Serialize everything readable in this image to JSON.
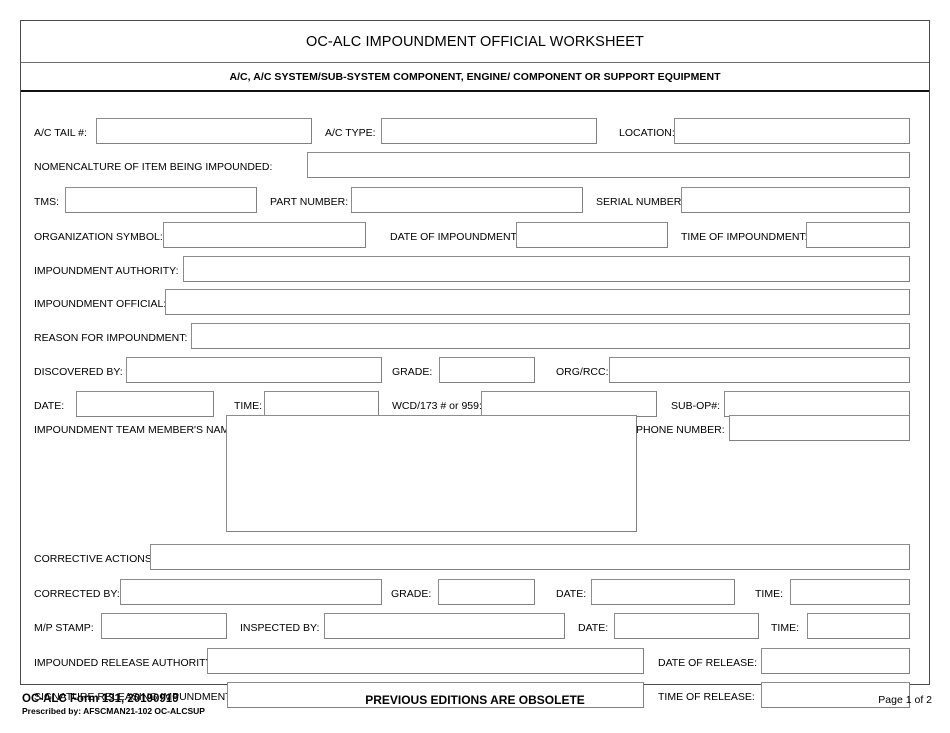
{
  "form": {
    "title": "OC-ALC IMPOUNDMENT OFFICIAL WORKSHEET",
    "section_header": "A/C, A/C SYSTEM/SUB-SYSTEM COMPONENT, ENGINE/ COMPONENT OR SUPPORT EQUIPMENT",
    "border_color": "#4a4a4a",
    "field_border_color": "#808080"
  },
  "fields": {
    "ac_tail": {
      "label": "A/C TAIL #:",
      "value": ""
    },
    "ac_type": {
      "label": "A/C TYPE:",
      "value": ""
    },
    "location": {
      "label": "LOCATION:",
      "value": ""
    },
    "nomenclature": {
      "label": "NOMENCALTURE OF ITEM BEING IMPOUNDED:",
      "value": ""
    },
    "tms": {
      "label": "TMS:",
      "value": ""
    },
    "part_number": {
      "label": "PART NUMBER:",
      "value": ""
    },
    "serial_number": {
      "label": "SERIAL NUMBER:",
      "value": ""
    },
    "organization_symbol": {
      "label": "ORGANIZATION SYMBOL:",
      "value": ""
    },
    "date_of_impoundment": {
      "label": "DATE OF IMPOUNDMENT:",
      "value": ""
    },
    "time_of_impoundment": {
      "label": "TIME OF IMPOUNDMENT:",
      "value": ""
    },
    "impoundment_authority": {
      "label": "IMPOUNDMENT AUTHORITY:",
      "value": ""
    },
    "impoundment_official": {
      "label": "IMPOUNDMENT OFFICIAL:",
      "value": ""
    },
    "reason_for_impoundment": {
      "label": "REASON FOR IMPOUNDMENT:",
      "value": ""
    },
    "discovered_by": {
      "label": "DISCOVERED BY:",
      "value": ""
    },
    "grade_discovered": {
      "label": "GRADE:",
      "value": ""
    },
    "org_rcc": {
      "label": "ORG/RCC:",
      "value": ""
    },
    "date_discovered": {
      "label": "DATE:",
      "value": ""
    },
    "time_discovered": {
      "label": "TIME:",
      "value": ""
    },
    "wcd_173": {
      "label": "WCD/173 # or 959:",
      "value": ""
    },
    "sub_op": {
      "label": "SUB-OP#:",
      "value": ""
    },
    "team_member_name": {
      "label": "IMPOUNDMENT TEAM MEMBER'S NAME:",
      "value": ""
    },
    "phone_number": {
      "label": "PHONE NUMBER:",
      "value": ""
    },
    "corrective_actions": {
      "label": "CORRECTIVE ACTIONS:",
      "value": ""
    },
    "corrected_by": {
      "label": "CORRECTED BY:",
      "value": ""
    },
    "grade_corrected": {
      "label": "GRADE:",
      "value": ""
    },
    "date_corrected": {
      "label": "DATE:",
      "value": ""
    },
    "time_corrected": {
      "label": "TIME:",
      "value": ""
    },
    "mp_stamp": {
      "label": "M/P STAMP:",
      "value": ""
    },
    "inspected_by": {
      "label": "INSPECTED BY:",
      "value": ""
    },
    "date_inspected": {
      "label": "DATE:",
      "value": ""
    },
    "time_inspected": {
      "label": "TIME:",
      "value": ""
    },
    "impounded_release_authority": {
      "label": "IMPOUNDED RELEASE AUTHORITY:",
      "value": ""
    },
    "date_of_release": {
      "label": "DATE OF RELEASE:",
      "value": ""
    },
    "signature_releasing": {
      "label": "SIGNATURE RELEASING IMPUNDMENT:",
      "value": ""
    },
    "time_of_release": {
      "label": "TIME OF RELEASE:",
      "value": ""
    }
  },
  "footer": {
    "form_id": "OC-ALC Form 131, 20190919",
    "prescribed_by": "Prescribed by: AFSCMAN21-102 OC-ALCSUP",
    "notice": "PREVIOUS EDITIONS ARE OBSOLETE",
    "page": "Page 1 of 2"
  }
}
